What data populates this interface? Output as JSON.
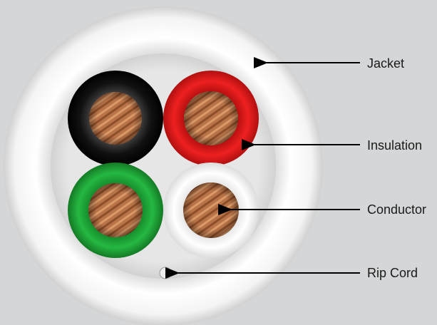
{
  "diagram": {
    "labels": {
      "jacket": "Jacket",
      "insulation": "Insulation",
      "conductor": "Conductor",
      "rip_cord": "Rip Cord"
    },
    "colors": {
      "background": "#d5d6d8",
      "jacket": "#f2f2f2",
      "insulation_black": "#111111",
      "insulation_red": "#e01818",
      "insulation_green": "#1fa83a",
      "insulation_white": "#ffffff",
      "copper": "#b87348",
      "arrow": "#000000"
    },
    "wires": [
      "black",
      "red",
      "green",
      "white"
    ]
  }
}
